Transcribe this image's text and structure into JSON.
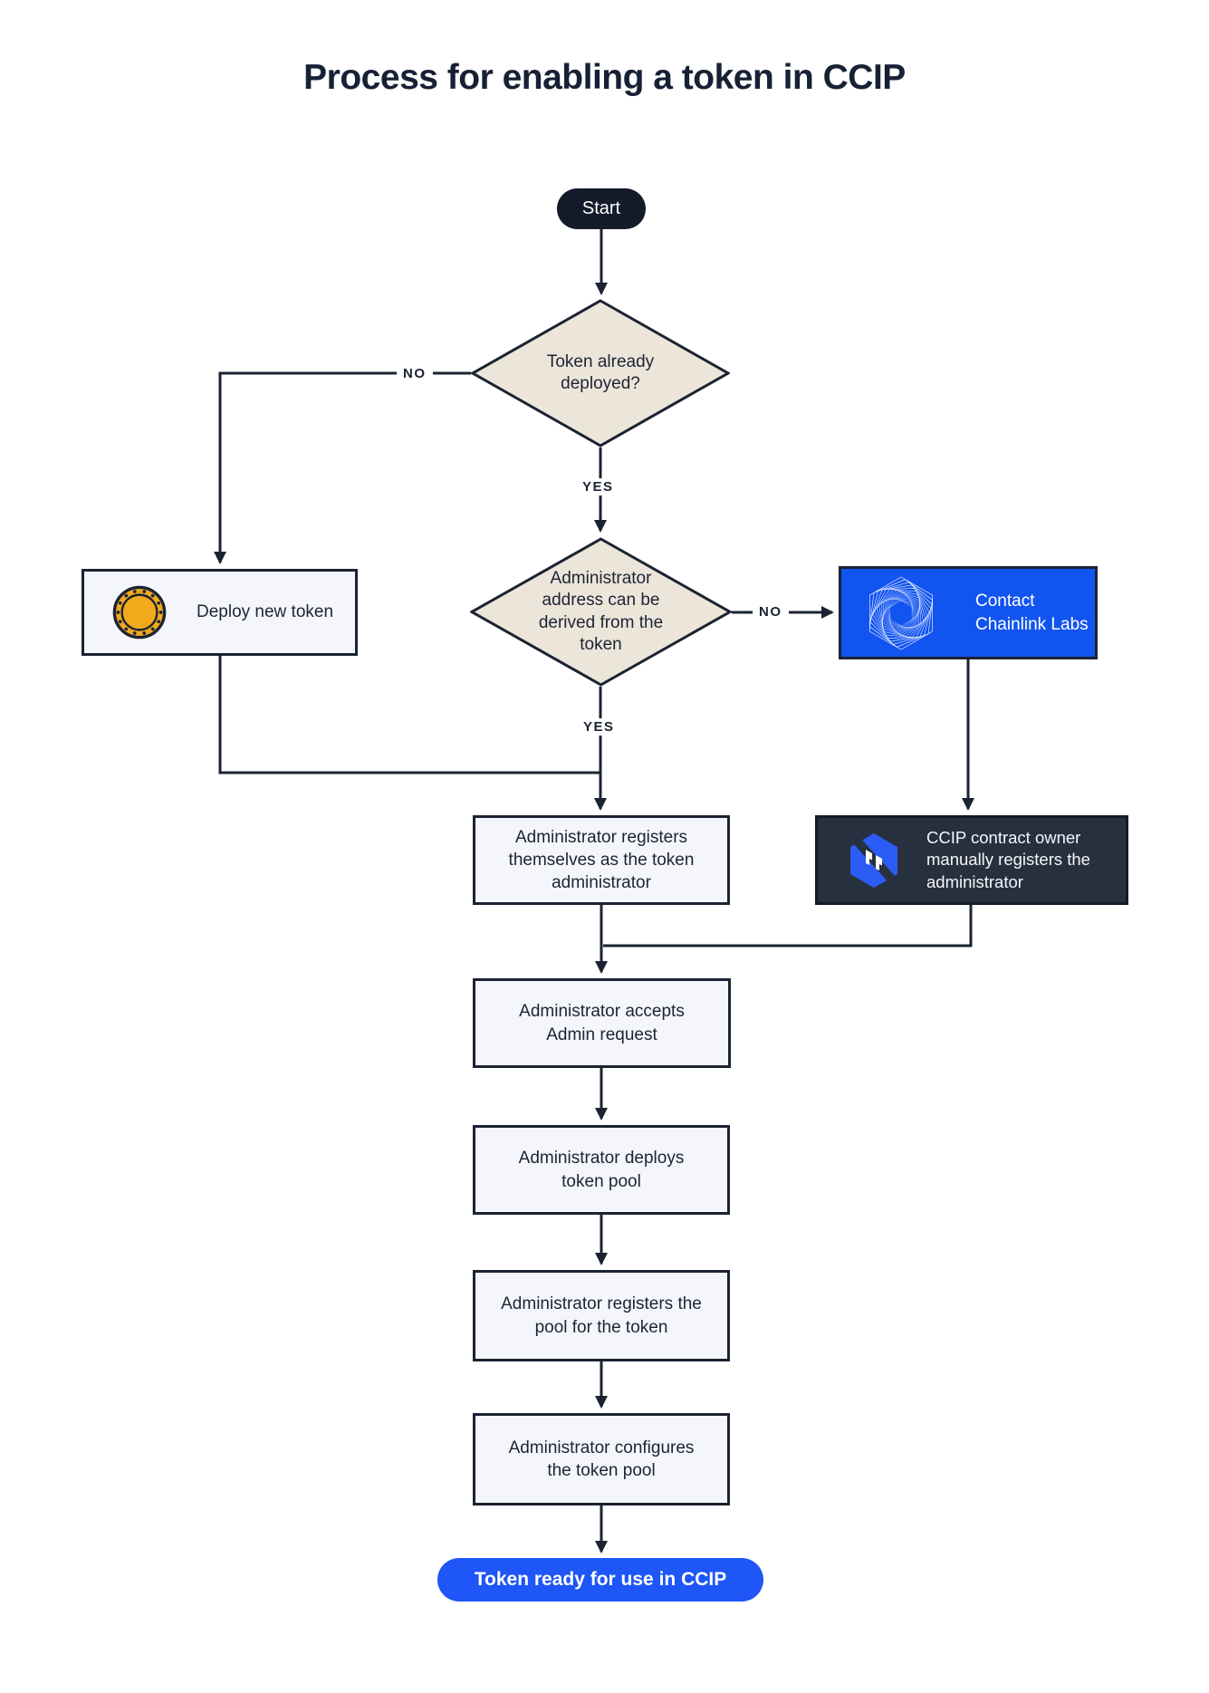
{
  "title": "Process for enabling a token in CCIP",
  "colors": {
    "ink": "#1b2332",
    "diamond_fill": "#ece5da",
    "process_fill": "#f4f6fb",
    "chainlink_blue": "#1254f0",
    "end_pill_blue": "#1e56f7",
    "dark_box": "#27303f",
    "coin_gold": "#f2a91c"
  },
  "nodes": {
    "start": {
      "label": "Start"
    },
    "token_deployed": {
      "label": "Token already deployed?"
    },
    "deploy_new_token": {
      "label": "Deploy new token",
      "icon": "token-coin-icon"
    },
    "admin_derivable": {
      "label": "Administrator address can be derived from the token"
    },
    "contact_chainlink": {
      "label": "Contact Chainlink Labs",
      "icon": "chainlink-labs-logo"
    },
    "ccip_owner_registers": {
      "label": "CCIP contract owner manually registers the administrator",
      "icon": "ccip-logo"
    },
    "admin_registers_self": {
      "label": "Administrator registers themselves as the token administrator"
    },
    "admin_accepts": {
      "label": "Administrator accepts Admin request"
    },
    "admin_deploys_pool": {
      "label": "Administrator deploys token pool"
    },
    "admin_registers_pool": {
      "label": "Administrator registers the pool for the token"
    },
    "admin_configures_pool": {
      "label": "Administrator configures the token pool"
    },
    "end": {
      "label": "Token ready for use in CCIP"
    }
  },
  "edge_labels": {
    "d1_no": "NO",
    "d1_yes": "YES",
    "d2_no": "NO",
    "d2_yes": "YES"
  }
}
